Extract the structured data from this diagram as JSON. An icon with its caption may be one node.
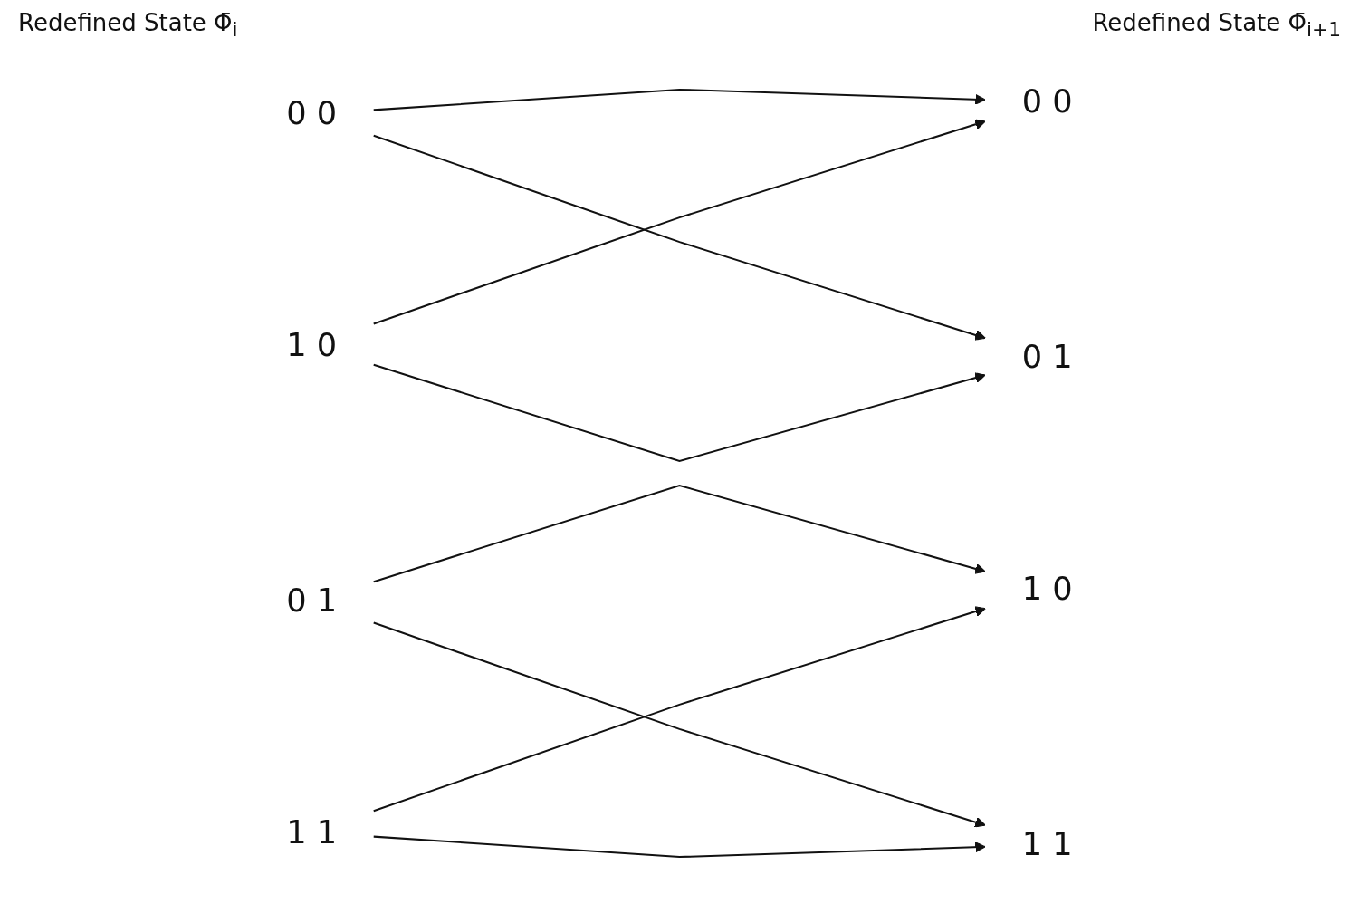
{
  "diagram": {
    "nodes": [
      {
        "text": [
          "0 0"
        ]
      },
      {
        "text": [
          "0 1"
        ]
      },
      {
        "text": [
          "1 0"
        ]
      },
      {
        "text": [
          "1 1"
        ]
      },
      {
        "text": [
          "0 0"
        ]
      },
      {
        "text": [
          "0 1"
        ]
      },
      {
        "text": [
          "1 0"
        ]
      },
      {
        "text": [
          "1 1"
        ]
      }
    ],
    "edges": [
      {
        "from": 0,
        "to": 4,
        "arrow": "to"
      },
      {
        "from": 0,
        "to": 5,
        "arrow": "to"
      },
      {
        "from": 1,
        "to": 6,
        "arrow": "to"
      },
      {
        "from": 1,
        "to": 7,
        "arrow": "to"
      },
      {
        "from": 2,
        "to": 4,
        "arrow": "to"
      },
      {
        "from": 2,
        "to": 5,
        "arrow": "to"
      },
      {
        "from": 3,
        "to": 6,
        "arrow": "to"
      },
      {
        "from": 3,
        "to": 7,
        "arrow": "to"
      }
    ],
    "labels": [
      "Redefined State Φ̄$_{i}$",
      "Redefined State Φ̄$_{i+1}$"
    ]
  }
}
